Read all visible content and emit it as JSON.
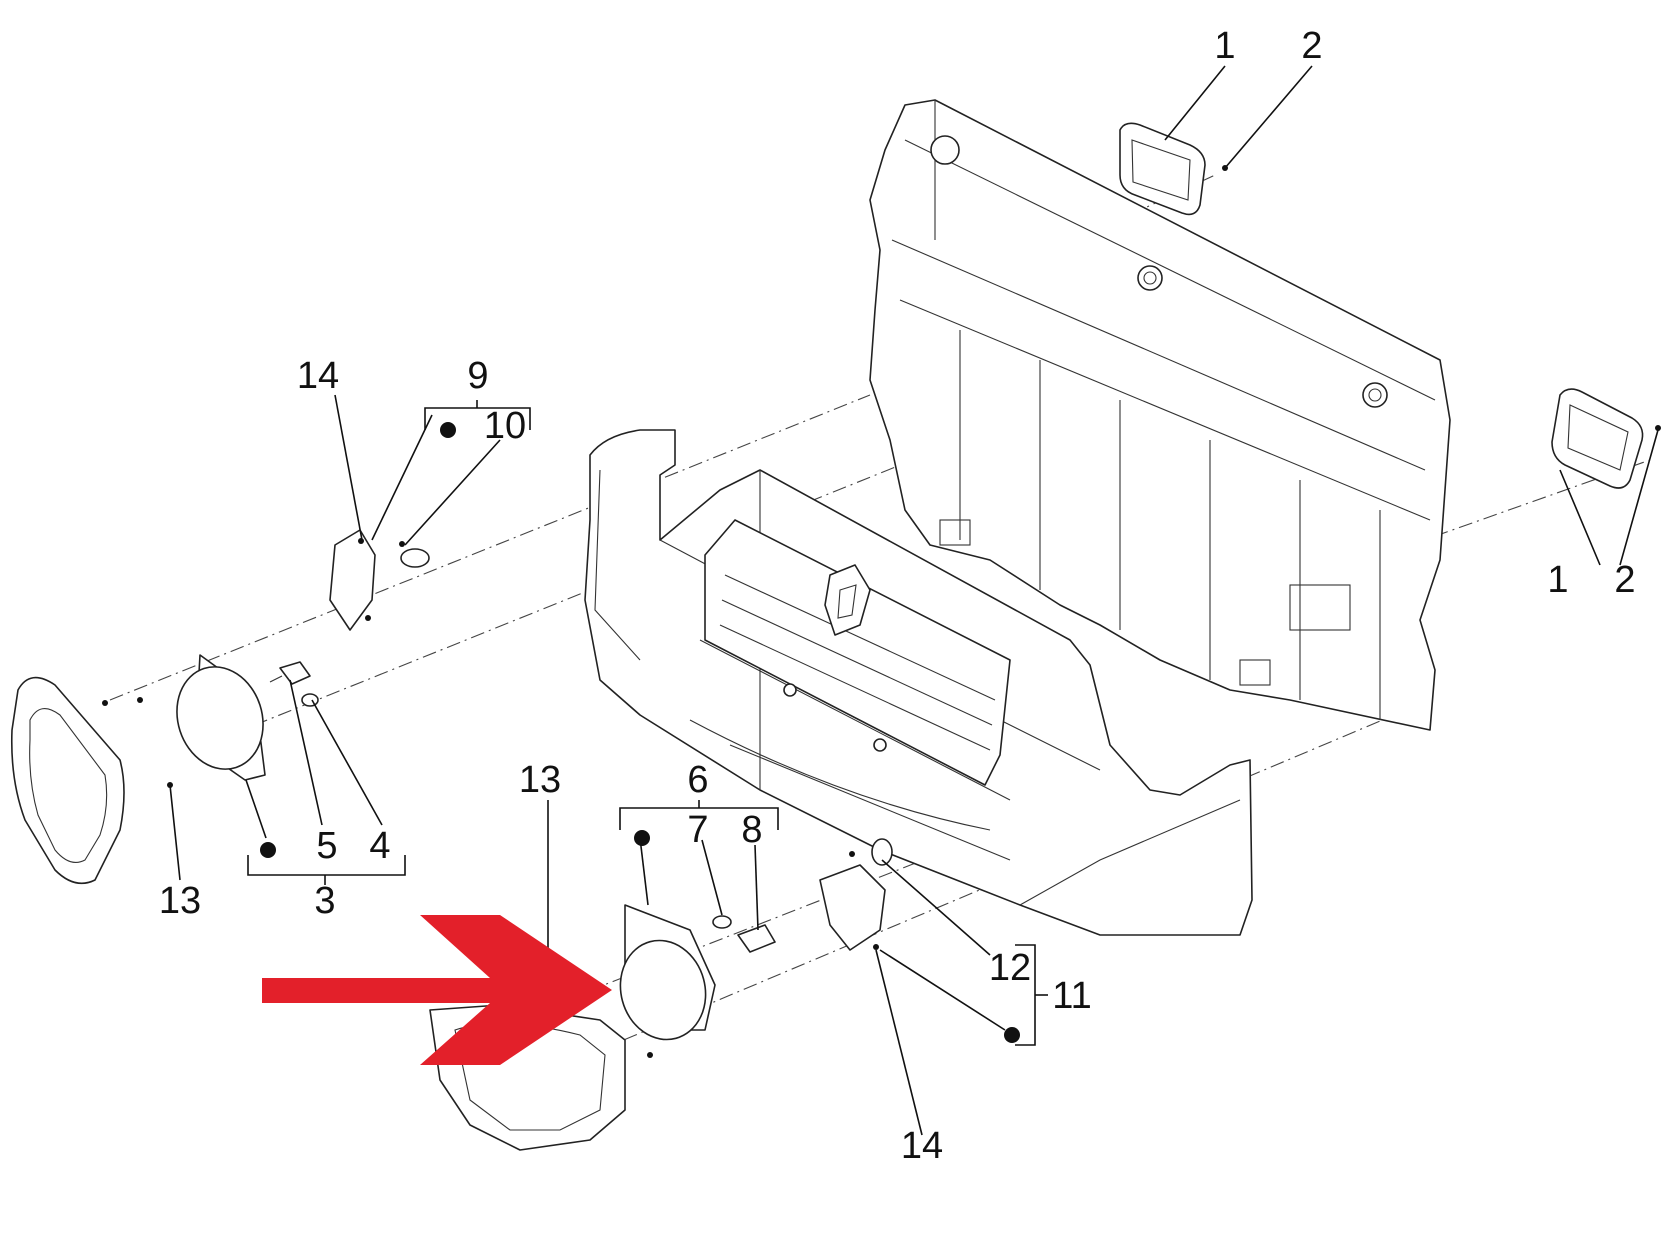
{
  "diagram": {
    "callouts": {
      "c1a": "1",
      "c2a": "2",
      "c1b": "1",
      "c2b": "2",
      "c14a": "14",
      "c9": "9",
      "c10": "10",
      "c5": "5",
      "c4": "4",
      "c3": "3",
      "c13a": "13",
      "c13b": "13",
      "c6": "6",
      "c7": "7",
      "c8": "8",
      "c12": "12",
      "c11": "11",
      "c14b": "14"
    },
    "highlight_arrow": {
      "color": "#e3202a",
      "target": "fog-lamp-6"
    },
    "line_color": "#222222"
  }
}
